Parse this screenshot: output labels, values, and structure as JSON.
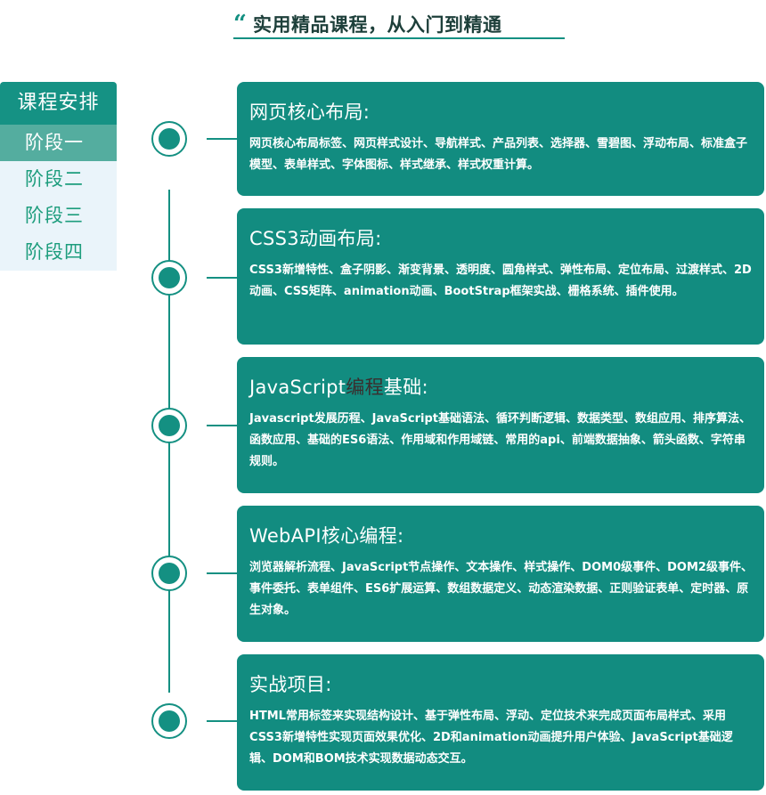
{
  "header": {
    "quote_mark": "“",
    "title": "实用精品课程，从入门到精通"
  },
  "stage_menu": {
    "title": "课程安排",
    "items": [
      {
        "label": "阶段一",
        "active": true
      },
      {
        "label": "阶段二",
        "active": false
      },
      {
        "label": "阶段三",
        "active": false
      },
      {
        "label": "阶段四",
        "active": false
      }
    ]
  },
  "modules": [
    {
      "title": "网页核心布局:",
      "description": "网页核心布局标签、网页样式设计、导航样式、产品列表、选择器、雪碧图、浮动布局、标准盒子模型、表单样式、字体图标、样式继承、样式权重计算。"
    },
    {
      "title": "CSS3动画布局:",
      "description": "CSS3新增特性、盒子阴影、渐变背景、透明度、圆角样式、弹性布局、定位布局、过渡样式、2D动画、CSS矩阵、animation动画、BootStrap框架实战、栅格系统、插件使用。"
    },
    {
      "title_part1": "JavaScript",
      "title_part2": "编程",
      "title_part3": "基础:",
      "description": "Javascript发展历程、JavaScript基础语法、循环判断逻辑、数据类型、数组应用、排序算法、函数应用、基础的ES6语法、作用域和作用域链、常用的api、前端数据抽象、箭头函数、字符串规则。"
    },
    {
      "title": "WebAPI核心编程:",
      "description": "浏览器解析流程、JavaScript节点操作、文本操作、样式操作、DOM0级事件、DOM2级事件、事件委托、表单组件、ES6扩展运算、数组数据定义、动态渲染数据、正则验证表单、定时器、原生对象。"
    },
    {
      "title": "实战项目:",
      "description": "HTML常用标签来实现结构设计、基于弹性布局、浮动、定位技术来完成页面布局样式、采用CSS3新增特性实现页面效果优化、2D和animation动画提升用户体验、JavaScript基础逻辑、DOM和BOM技术实现数据动态交互。"
    }
  ],
  "colors": {
    "teal": "#149082",
    "card_bg": "#128c80",
    "menu_active": "#54ad9f",
    "menu_inactive_bg": "#eaf4fa",
    "menu_inactive_text": "#1d9d7d"
  }
}
